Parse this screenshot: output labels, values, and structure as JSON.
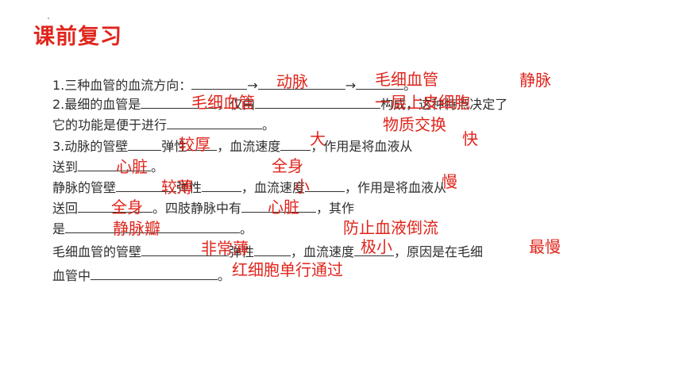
{
  "title": "课前复习",
  "questions": {
    "l1_a": "1.三种血管的血流方向：",
    "l1_b": "→",
    "l1_c": "→",
    "l1_d": "。",
    "l2_a": "2.最细的血管是",
    "l2_b": "，仅由",
    "l2_c": "构成，这种特点决定了",
    "l3_a": "它的功能是便于进行",
    "l3_b": "。",
    "l4_a": "3.动脉的管壁",
    "l4_b": "弹性",
    "l4_c": "，血流速度",
    "l4_d": "，作用是将血液从",
    "l5_a": "送到",
    "l5_b": "。",
    "l6_a": "静脉的管壁",
    "l6_b": "弹性",
    "l6_c": "，血流速度",
    "l6_d": "，作用是将血液从",
    "l7_a": "送回",
    "l7_b": "。四肢静脉中有",
    "l7_c": "，其作",
    "l8_a": "是",
    "l8_b": "。",
    "l9_a": "毛细血管的管壁",
    "l9_b": "弹性",
    "l9_c": "，血流速度",
    "l9_d": "，原因是在毛细",
    "l10_a": "血管中",
    "l10_b": "。"
  },
  "answers": {
    "artery": "动脉",
    "capillary_1": "毛细血管",
    "vein": "静脉",
    "capillary_2": "毛细血管",
    "epithelium": "一层上皮细胞",
    "exchange": "物质交换",
    "big": "大",
    "fast": "快",
    "thicker": "较厚",
    "heart_1": "心脏",
    "whole_body_1": "全身",
    "thinner": "较薄",
    "small": "小",
    "slow_1": "慢",
    "whole_body_2": "全身",
    "heart_2": "心脏",
    "venous_valve": "静脉瓣",
    "prevent_backflow": "防止血液倒流",
    "very_thin": "非常薄",
    "very_small": "极小",
    "slowest": "最慢",
    "single_file": "红细胞单行通过"
  }
}
